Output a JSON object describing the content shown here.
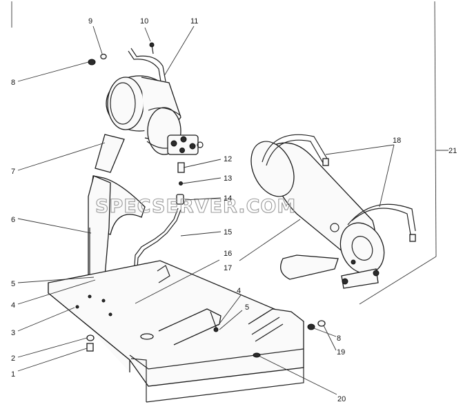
{
  "watermark": "SPECSERVER.COM",
  "callouts": [
    {
      "id": "c1",
      "text": "1"
    },
    {
      "id": "c2",
      "text": "2"
    },
    {
      "id": "c3",
      "text": "3"
    },
    {
      "id": "c4a",
      "text": "4"
    },
    {
      "id": "c4b",
      "text": "4"
    },
    {
      "id": "c5a",
      "text": "5"
    },
    {
      "id": "c5b",
      "text": "5"
    },
    {
      "id": "c6",
      "text": "6"
    },
    {
      "id": "c7",
      "text": "7"
    },
    {
      "id": "c8a",
      "text": "8"
    },
    {
      "id": "c8b",
      "text": "8"
    },
    {
      "id": "c9",
      "text": "9"
    },
    {
      "id": "c10",
      "text": "10"
    },
    {
      "id": "c11",
      "text": "11"
    },
    {
      "id": "c12",
      "text": "12"
    },
    {
      "id": "c13",
      "text": "13"
    },
    {
      "id": "c14",
      "text": "14"
    },
    {
      "id": "c15",
      "text": "15"
    },
    {
      "id": "c16",
      "text": "16"
    },
    {
      "id": "c17",
      "text": "17"
    },
    {
      "id": "c18",
      "text": "18"
    },
    {
      "id": "c19",
      "text": "19"
    },
    {
      "id": "c20",
      "text": "20"
    },
    {
      "id": "c21",
      "text": "21"
    }
  ]
}
